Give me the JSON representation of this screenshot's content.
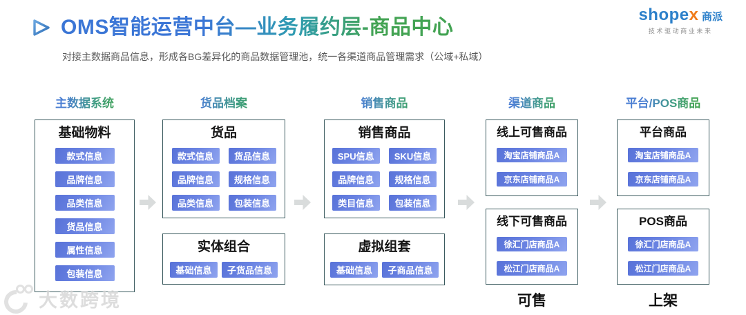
{
  "header": {
    "title": "OMS智能运营中台—业务履约层-商品中心",
    "subtitle": "对接主数据商品信息，形成各BG差异化的商品数据管理池，统一各渠道商品管理需求（公域+私域）"
  },
  "logo": {
    "word_main": "shope",
    "word_x": "x",
    "word_cn": "商派",
    "tagline": "技术驱动商业未来"
  },
  "watermark": {
    "text": "大数跨境"
  },
  "columns": [
    {
      "header": "主数据系统",
      "groups": [
        {
          "title": "基础物料",
          "items": [
            "款式信息",
            "品牌信息",
            "品类信息",
            "货品信息",
            "属性信息",
            "包装信息"
          ]
        }
      ]
    },
    {
      "header": "货品档案",
      "groups": [
        {
          "title": "货品",
          "items": [
            "款式信息",
            "货品信息",
            "品牌信息",
            "规格信息",
            "品类信息",
            "包装信息"
          ]
        },
        {
          "title": "实体组合",
          "items": [
            "基础信息",
            "子货品信息"
          ]
        }
      ]
    },
    {
      "header": "销售商品",
      "groups": [
        {
          "title": "销售商品",
          "items": [
            "SPU信息",
            "SKU信息",
            "品牌信息",
            "规格信息",
            "类目信息",
            "包装信息"
          ]
        },
        {
          "title": "虚拟组套",
          "items": [
            "基础信息",
            "子商品信息"
          ]
        }
      ]
    },
    {
      "header": "渠道商品",
      "groups": [
        {
          "title": "线上可售商品",
          "items": [
            "淘宝店铺商品A",
            "京东店铺商品A"
          ]
        },
        {
          "title": "线下可售商品",
          "items": [
            "徐汇门店商品A",
            "松江门店商品A"
          ]
        }
      ],
      "footer": "可售"
    },
    {
      "header": "平台/POS商品",
      "groups": [
        {
          "title": "平台商品",
          "items": [
            "淘宝店铺商品A",
            "京东店铺商品A"
          ]
        },
        {
          "title": "POS商品",
          "items": [
            "徐汇门店商品A",
            "松江门店商品A"
          ]
        }
      ],
      "footer": "上架"
    }
  ],
  "colors": {
    "title_gradient_start": "#3b76d6",
    "title_gradient_end": "#43a353",
    "chip_blue": "#6a83e2",
    "box_border": "#3a5a5e",
    "arrow_gray": "#d9dcdc",
    "subtitle_gray": "#595959",
    "logo_blue": "#2c80ca",
    "logo_orange": "#f07c1c"
  }
}
